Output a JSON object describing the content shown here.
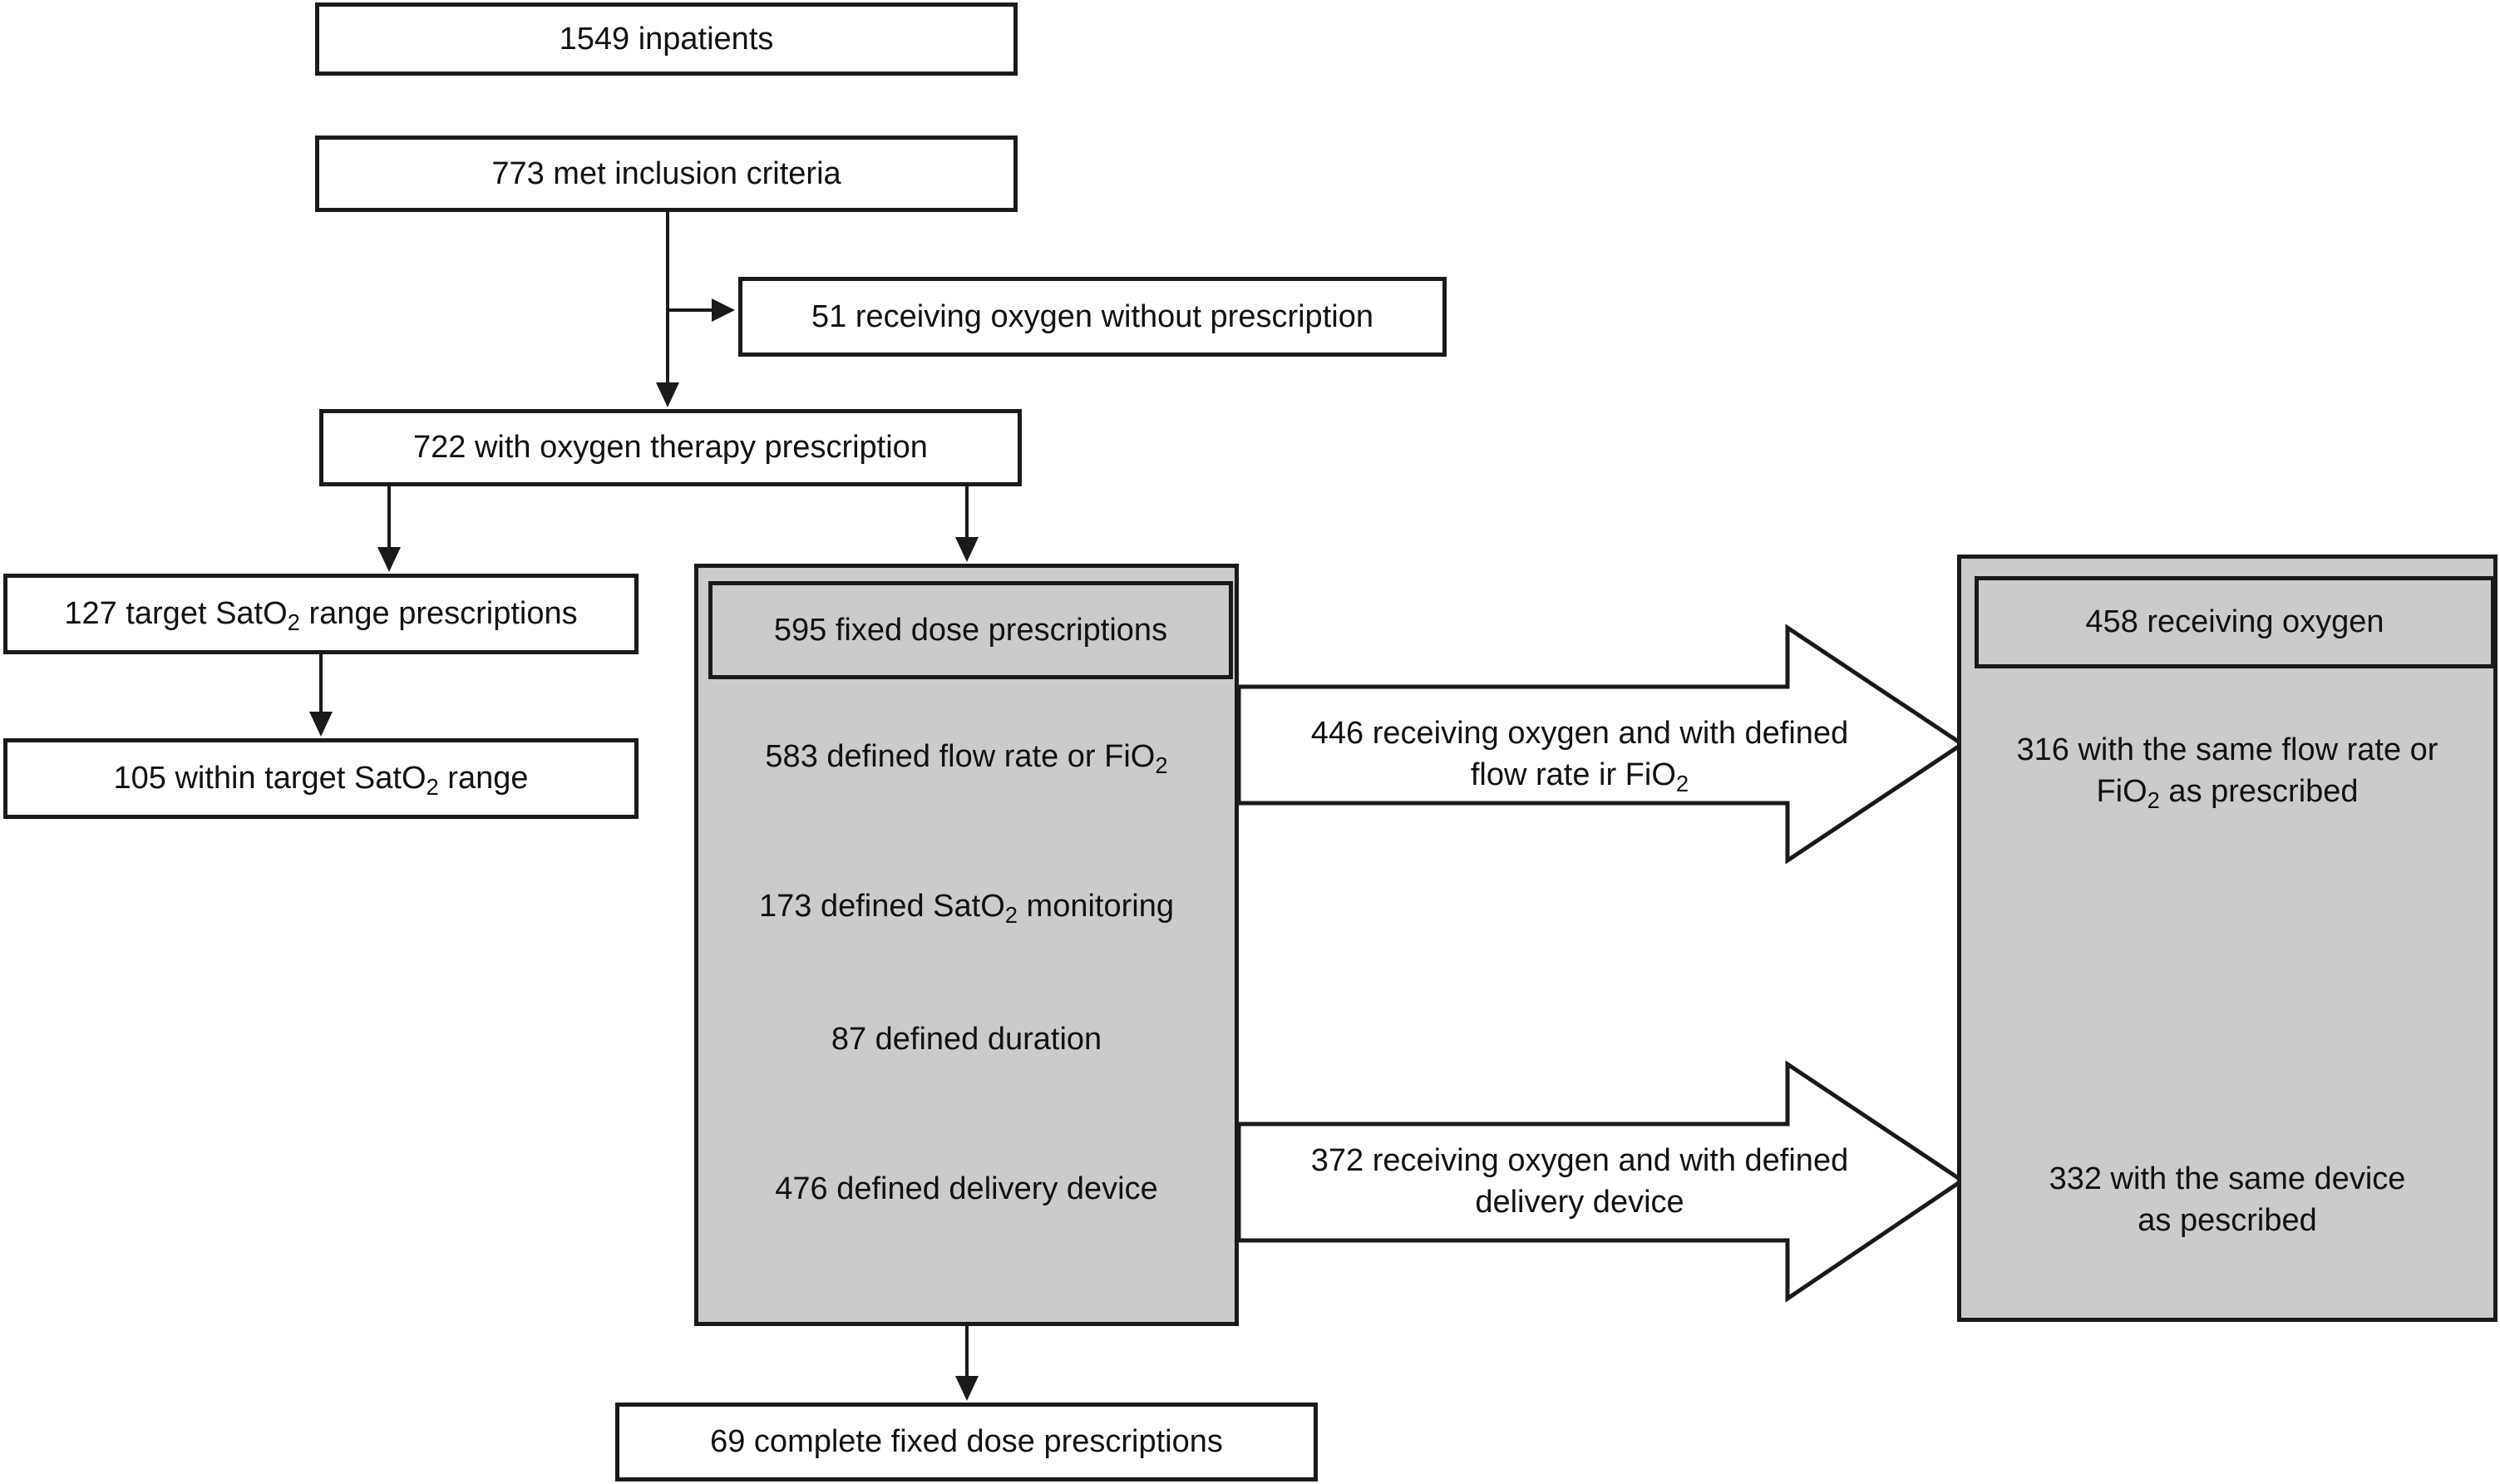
{
  "diagram": {
    "colors": {
      "panel_fill": "#cbcbcb",
      "line": "#1a1a1a",
      "box_fill": "#ffffff",
      "text": "#111111"
    },
    "boxes": {
      "inpatients": "1549 inpatients",
      "inclusion": "773 met inclusion criteria",
      "no_prescription": "51 receiving oxygen without prescription",
      "prescription": "722 with oxygen therapy prescription",
      "target_range": [
        [
          {
            "t": "127 target SatO"
          },
          {
            "t": "2",
            "sub": true
          },
          {
            "t": " range prescriptions"
          }
        ]
      ],
      "within_range": [
        [
          {
            "t": "105 within target SatO"
          },
          {
            "t": "2",
            "sub": true
          },
          {
            "t": " range"
          }
        ]
      ],
      "complete": "69 complete fixed dose prescriptions"
    },
    "fixed_dose_panel": {
      "header": "595 fixed dose prescriptions",
      "items": [
        [
          [
            {
              "t": "583 defined flow rate or FiO"
            },
            {
              "t": "2",
              "sub": true
            }
          ]
        ],
        [
          [
            {
              "t": "173 defined SatO"
            },
            {
              "t": "2",
              "sub": true
            },
            {
              "t": " monitoring"
            }
          ]
        ],
        [
          [
            {
              "t": "87 defined duration"
            }
          ]
        ],
        [
          [
            {
              "t": "476 defined delivery device"
            }
          ]
        ]
      ]
    },
    "receiving_panel": {
      "header": "458 receiving oxygen",
      "items": [
        [
          [
            {
              "t": "316 with the same flow rate or"
            }
          ],
          [
            {
              "t": "FiO"
            },
            {
              "t": "2",
              "sub": true
            },
            {
              "t": " as prescribed"
            }
          ]
        ],
        [
          [
            {
              "t": "332 with the same device"
            }
          ],
          [
            {
              "t": "as pescribed"
            }
          ]
        ]
      ]
    },
    "block_arrows": [
      [
        [
          {
            "t": "446 receiving oxygen and with defined"
          }
        ],
        [
          {
            "t": "flow rate ir FiO"
          },
          {
            "t": "2",
            "sub": true
          }
        ]
      ],
      [
        [
          {
            "t": "372 receiving oxygen and with defined"
          }
        ],
        [
          {
            "t": "delivery device"
          }
        ]
      ]
    ]
  }
}
